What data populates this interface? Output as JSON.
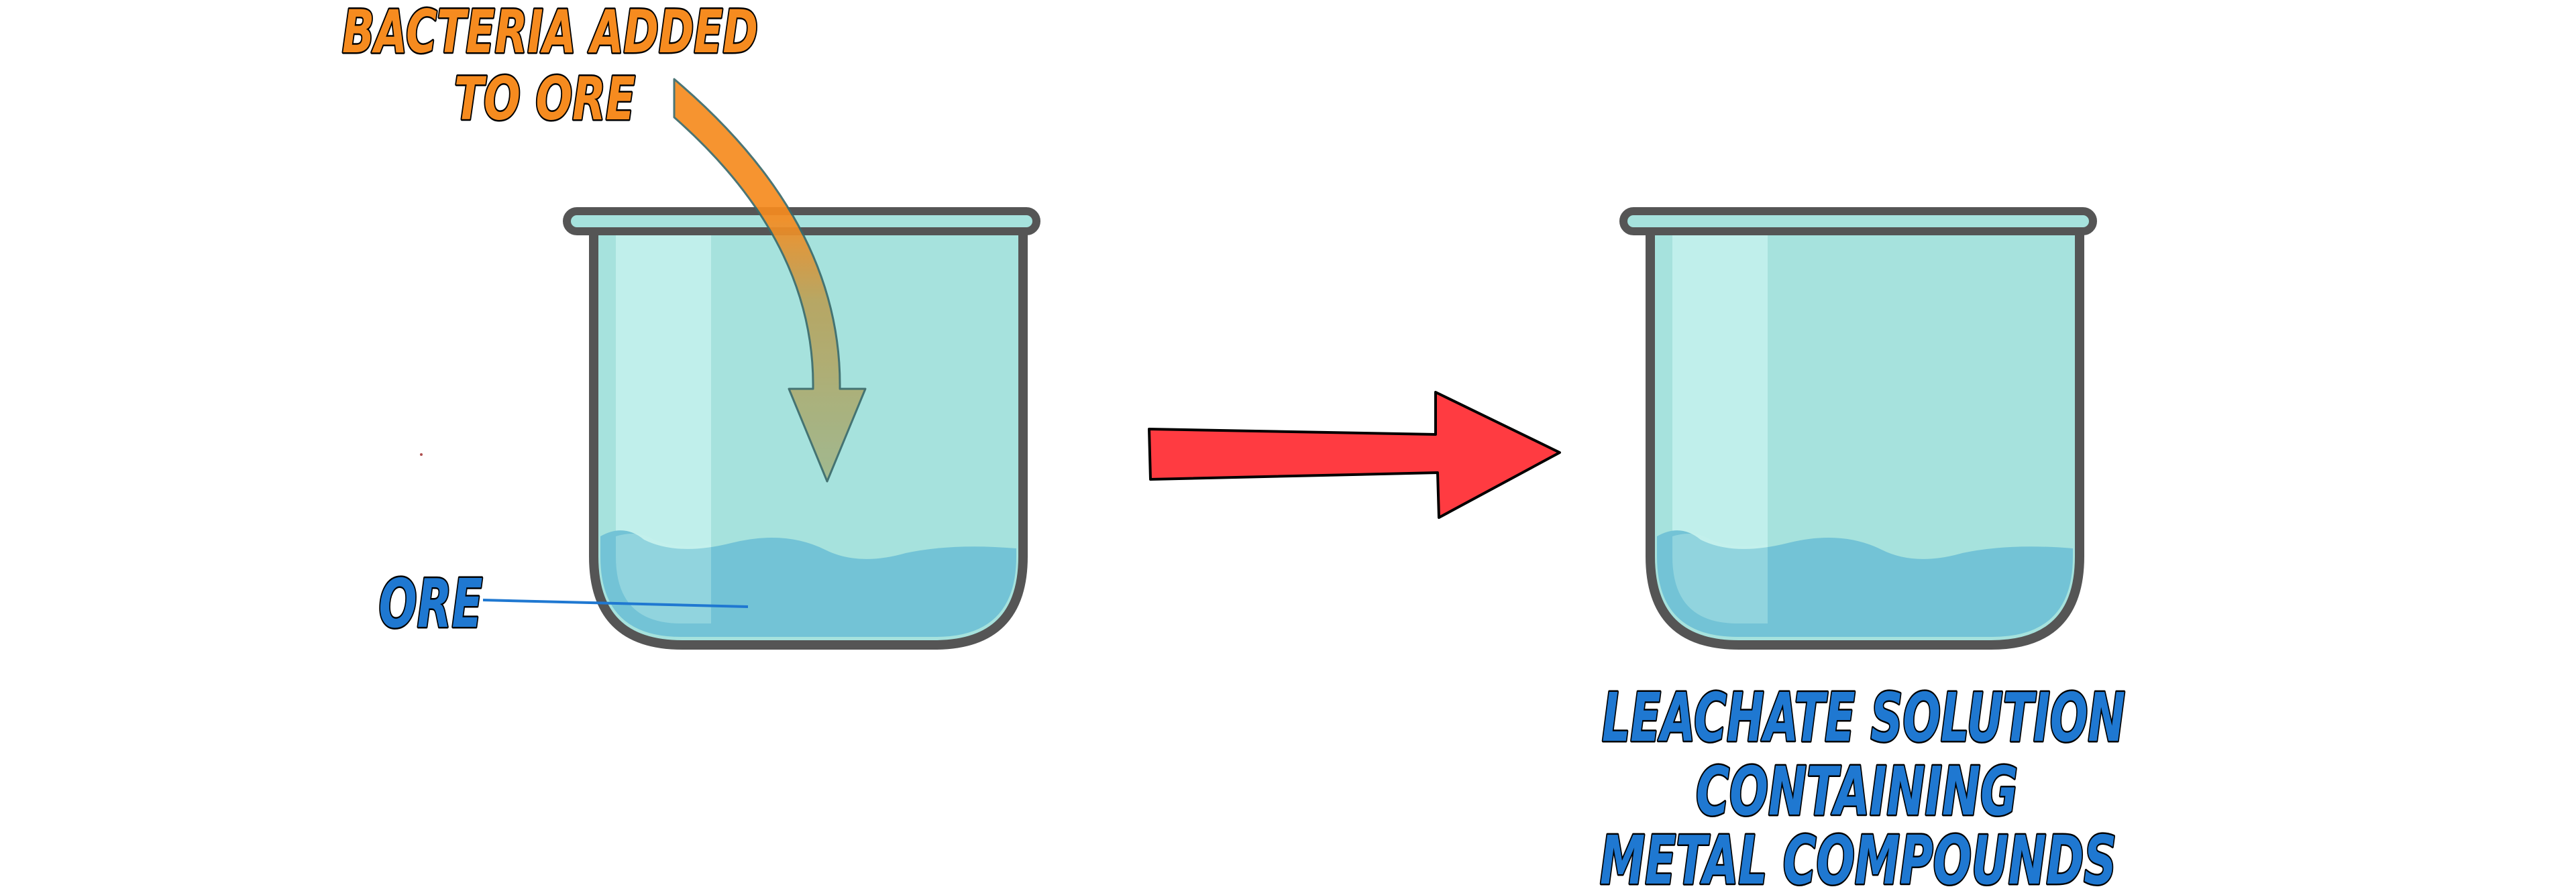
{
  "diagram": {
    "labels": {
      "bacteria_line1": "BACTERIA ADDED",
      "bacteria_line2": "TO ORE",
      "ore": "ORE",
      "leachate_line1": "LEACHATE SOLUTION",
      "leachate_line2": "CONTAINING",
      "leachate_line3": "METAL COMPOUNDS"
    },
    "colors": {
      "bacteria_label": "#f68b1f",
      "ore_label": "#1f78d1",
      "leachate_label": "#1f78d1",
      "beaker_fill": "#a6e2dd",
      "beaker_highlight": "#c8f3ef",
      "beaker_outline": "#555555",
      "liquid": "#73c3d6",
      "process_arrow": "#ff3b41",
      "bacteria_arrow_top": "#f68b1f",
      "bacteria_arrow_bottom": "#a0b68a"
    },
    "icons": {
      "left_beaker": "beaker-icon",
      "right_beaker": "beaker-icon",
      "process_arrow": "arrow-right-icon",
      "bacteria_arrow": "curved-arrow-down-icon"
    }
  }
}
